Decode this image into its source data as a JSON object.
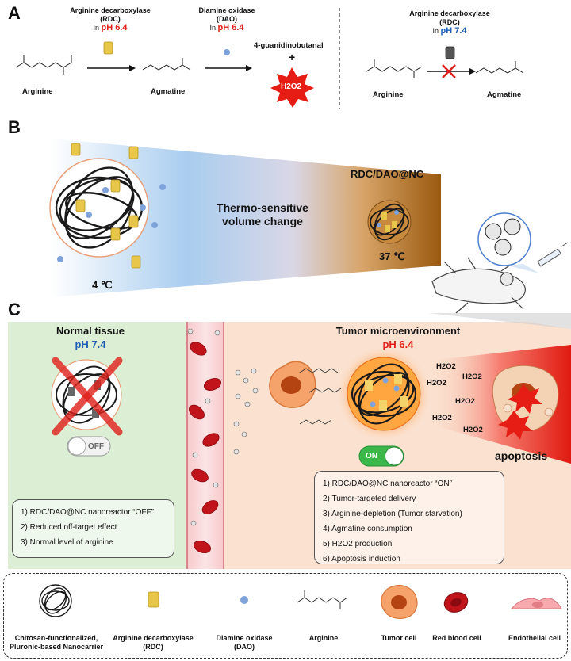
{
  "panels": {
    "a": "A",
    "b": "B",
    "c": "C"
  },
  "panel_a": {
    "enzyme1": {
      "line1": "Arginine decarboxylase",
      "line2": "(RDC)",
      "in": "In",
      "ph": "pH 6.4"
    },
    "enzyme2": {
      "line1": "Diamine oxidase",
      "line2": "(DAO)",
      "in": "In",
      "ph": "pH 6.4"
    },
    "arginine": "Arginine",
    "agmatine": "Agmatine",
    "product": "4-guanidinobutanal",
    "plus": "+",
    "h2o2": "H2O2",
    "enzyme3": {
      "line1": "Arginine decarboxylase",
      "line2": "(RDC)",
      "in": "In",
      "ph": "pH 7.4"
    },
    "arginine2": "Arginine",
    "agmatine2": "Agmatine"
  },
  "panel_b": {
    "title": "RDC/DAO@NC",
    "center_line1": "Thermo-sensitive",
    "center_line2": "volume change",
    "temp_low": "4 ℃",
    "temp_high": "37 ℃"
  },
  "panel_c": {
    "normal_title": "Normal tissue",
    "normal_ph": "pH 7.4",
    "off": "OFF",
    "normal_list": [
      "1)  RDC/DAO@NC nanoreactor “OFF”",
      "2)  Reduced off-target effect",
      "3)  Normal level of arginine"
    ],
    "tumor_title": "Tumor microenvironment",
    "tumor_ph": "pH 6.4",
    "on": "ON",
    "h2o2": "H2O2",
    "apoptosis": "apoptosis",
    "tumor_list": [
      "1)  RDC/DAO@NC nanoreactor “ON”",
      "2)  Tumor-targeted delivery",
      "3)  Arginine-depletion (Tumor starvation)",
      "4)  Agmatine consumption",
      "5)  H2O2 production",
      "6)  Apoptosis induction"
    ]
  },
  "legend": {
    "nanocarrier": {
      "line1": "Chitosan-functionalized,",
      "line2": "Pluronic-based Nanocarrier"
    },
    "rdc": {
      "line1": "Arginine decarboxylase",
      "line2": "(RDC)"
    },
    "dao": {
      "line1": "Diamine oxidase",
      "line2": "(DAO)"
    },
    "arginine": "Arginine",
    "tumor_cell": "Tumor cell",
    "rbc": "Red blood cell",
    "endothelial": "Endothelial cell"
  },
  "colors": {
    "red_ph": "#e0201a",
    "blue_ph": "#1f5fb8",
    "rdc_gold": "#e8c64a",
    "dao_blue": "#7ea3db",
    "on_green": "#3cb84a",
    "normal_bg": "#dcefd4",
    "tumor_bg": "#fbe1cf",
    "rbc": "#c0141a"
  }
}
